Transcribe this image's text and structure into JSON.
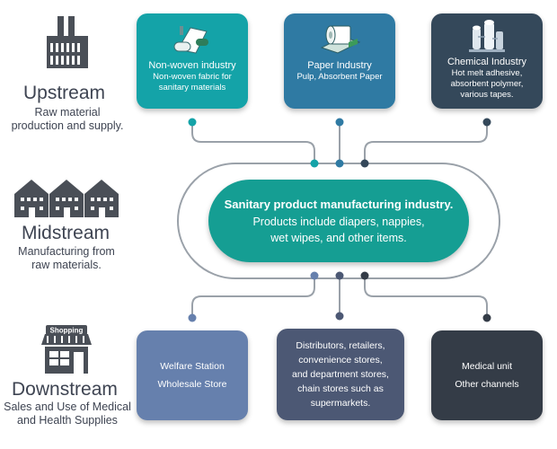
{
  "upstream": {
    "title": "Upstream",
    "subtitle_line1": "Raw material",
    "subtitle_line2": "production and supply.",
    "cards": [
      {
        "title": "Non-woven industry",
        "line1": "Non-woven fabric for",
        "line2": "sanitary materials",
        "color": "#14a3a8",
        "icon": "fabric-roll-icon"
      },
      {
        "title": "Paper Industry",
        "line1": "Pulp, Absorbent Paper",
        "line2": "",
        "color": "#2f7aa3",
        "icon": "paper-roll-icon"
      },
      {
        "title": "Chemical Industry",
        "line1": "Hot melt adhesive,",
        "line2": "absorbent polymer,",
        "line3": "various tapes.",
        "color": "#34485a",
        "icon": "chemical-plant-icon"
      }
    ]
  },
  "midstream": {
    "title": "Midstream",
    "subtitle_line1": "Manufacturing from",
    "subtitle_line2": "raw materials.",
    "center_title": "Sanitary product manufacturing industry.",
    "center_line1": "Products include diapers, nappies,",
    "center_line2": "wet wipes, and other items.",
    "color": "#159e93"
  },
  "downstream": {
    "title": "Downstream",
    "subtitle_line1": "Sales and Use of Medical",
    "subtitle_line2": "and Health Supplies",
    "shop_sign": "Shopping",
    "cards": [
      {
        "lines": [
          "Welfare Station",
          "Wholesale Store"
        ],
        "color": "#6680ad"
      },
      {
        "lines": [
          "Distributors, retailers,",
          "convenience stores,",
          "and department stores,",
          "chain stores such as",
          "supermarkets."
        ],
        "color": "#4c5874"
      },
      {
        "lines": [
          "Medical unit",
          "Other channels"
        ],
        "color": "#343c47"
      }
    ]
  }
}
